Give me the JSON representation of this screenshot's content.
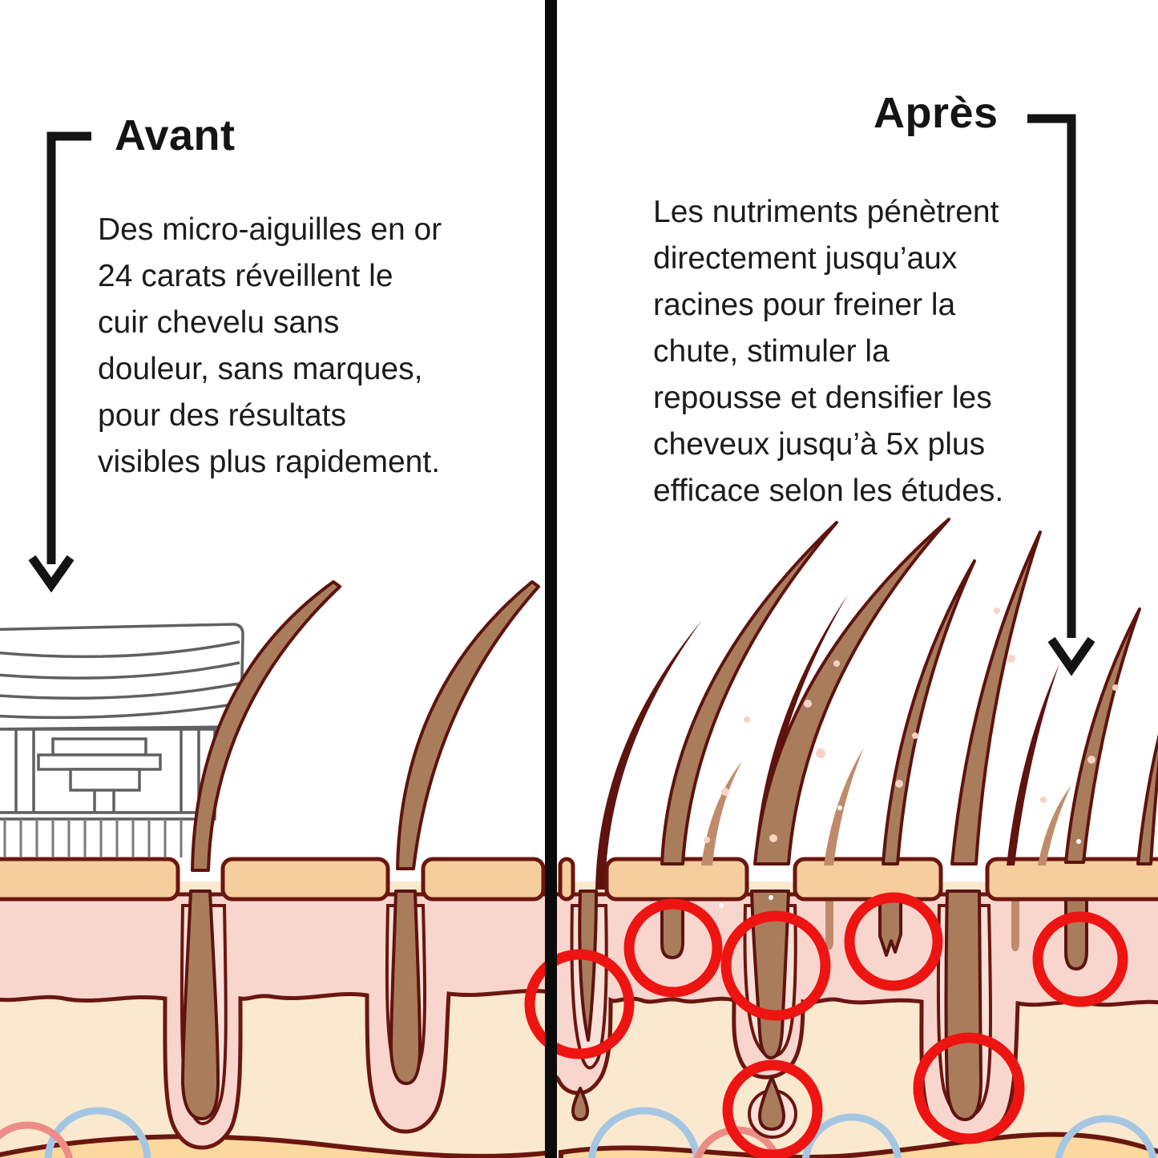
{
  "panels": {
    "avant": {
      "title": "Avant",
      "lines": [
        "Des micro-aiguilles en or",
        "24 carats réveillent le",
        "cuir chevelu sans",
        "douleur, sans marques,",
        "pour des résultats",
        "visibles plus rapidement."
      ]
    },
    "apres": {
      "title": "Après",
      "lines": [
        "Les nutriments pénètrent",
        "directement jusqu’aux",
        "racines pour freiner la",
        "chute, stimuler la",
        "repousse et densifier les",
        "cheveux  jusqu’à 5x plus",
        "efficace selon les études."
      ]
    }
  },
  "illustration": {
    "icons": [
      "down-arrow-icon",
      "derma-roller-icon",
      "highlight-circle-icon"
    ],
    "highlight_circle_count": 7,
    "colors": {
      "text": "#1c1c1c",
      "divider": "#0b0b0b",
      "arrow": "#141414",
      "hair_fill": "#a97c5c",
      "hair_outline": "#5e130e",
      "dark_hair": "#5e130e",
      "light_hair": "#c08b6b",
      "epidermis": "#f6ce9d",
      "dermis": "#f8d6ce",
      "follicle_pocket": "#fae0d8",
      "hypodermis": "#fbe9cf",
      "deep_band": "#fad89e",
      "vessel_blue": "#a5c6e2",
      "vessel_red": "#ed8c86",
      "outline_dark": "#6b160f",
      "highlight_red": "#ee1411",
      "device_line": "#606060",
      "nutrient_dot": "#f9d2c6"
    }
  }
}
